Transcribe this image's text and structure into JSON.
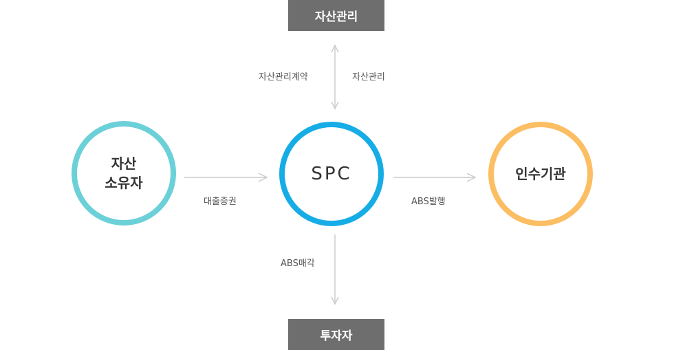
{
  "nodes": {
    "asset_management": "자산관리",
    "investor": "투자자",
    "asset_owner_line1": "자산",
    "asset_owner_line2": "소유자",
    "spc": "SPC",
    "underwriter": "인수기관"
  },
  "edges": {
    "asset_management_contract": "자산관리계약",
    "asset_management": "자산관리",
    "loan_securities": "대출증권",
    "abs_issuance": "ABS발행",
    "abs_sale": "ABS매각"
  },
  "colors": {
    "box_fill": "#6e6e6e",
    "owner_ring": "#6cd0d8",
    "spc_ring": "#16ade6",
    "underwriter_ring": "#fcbe63",
    "arrow": "#cccccc"
  }
}
